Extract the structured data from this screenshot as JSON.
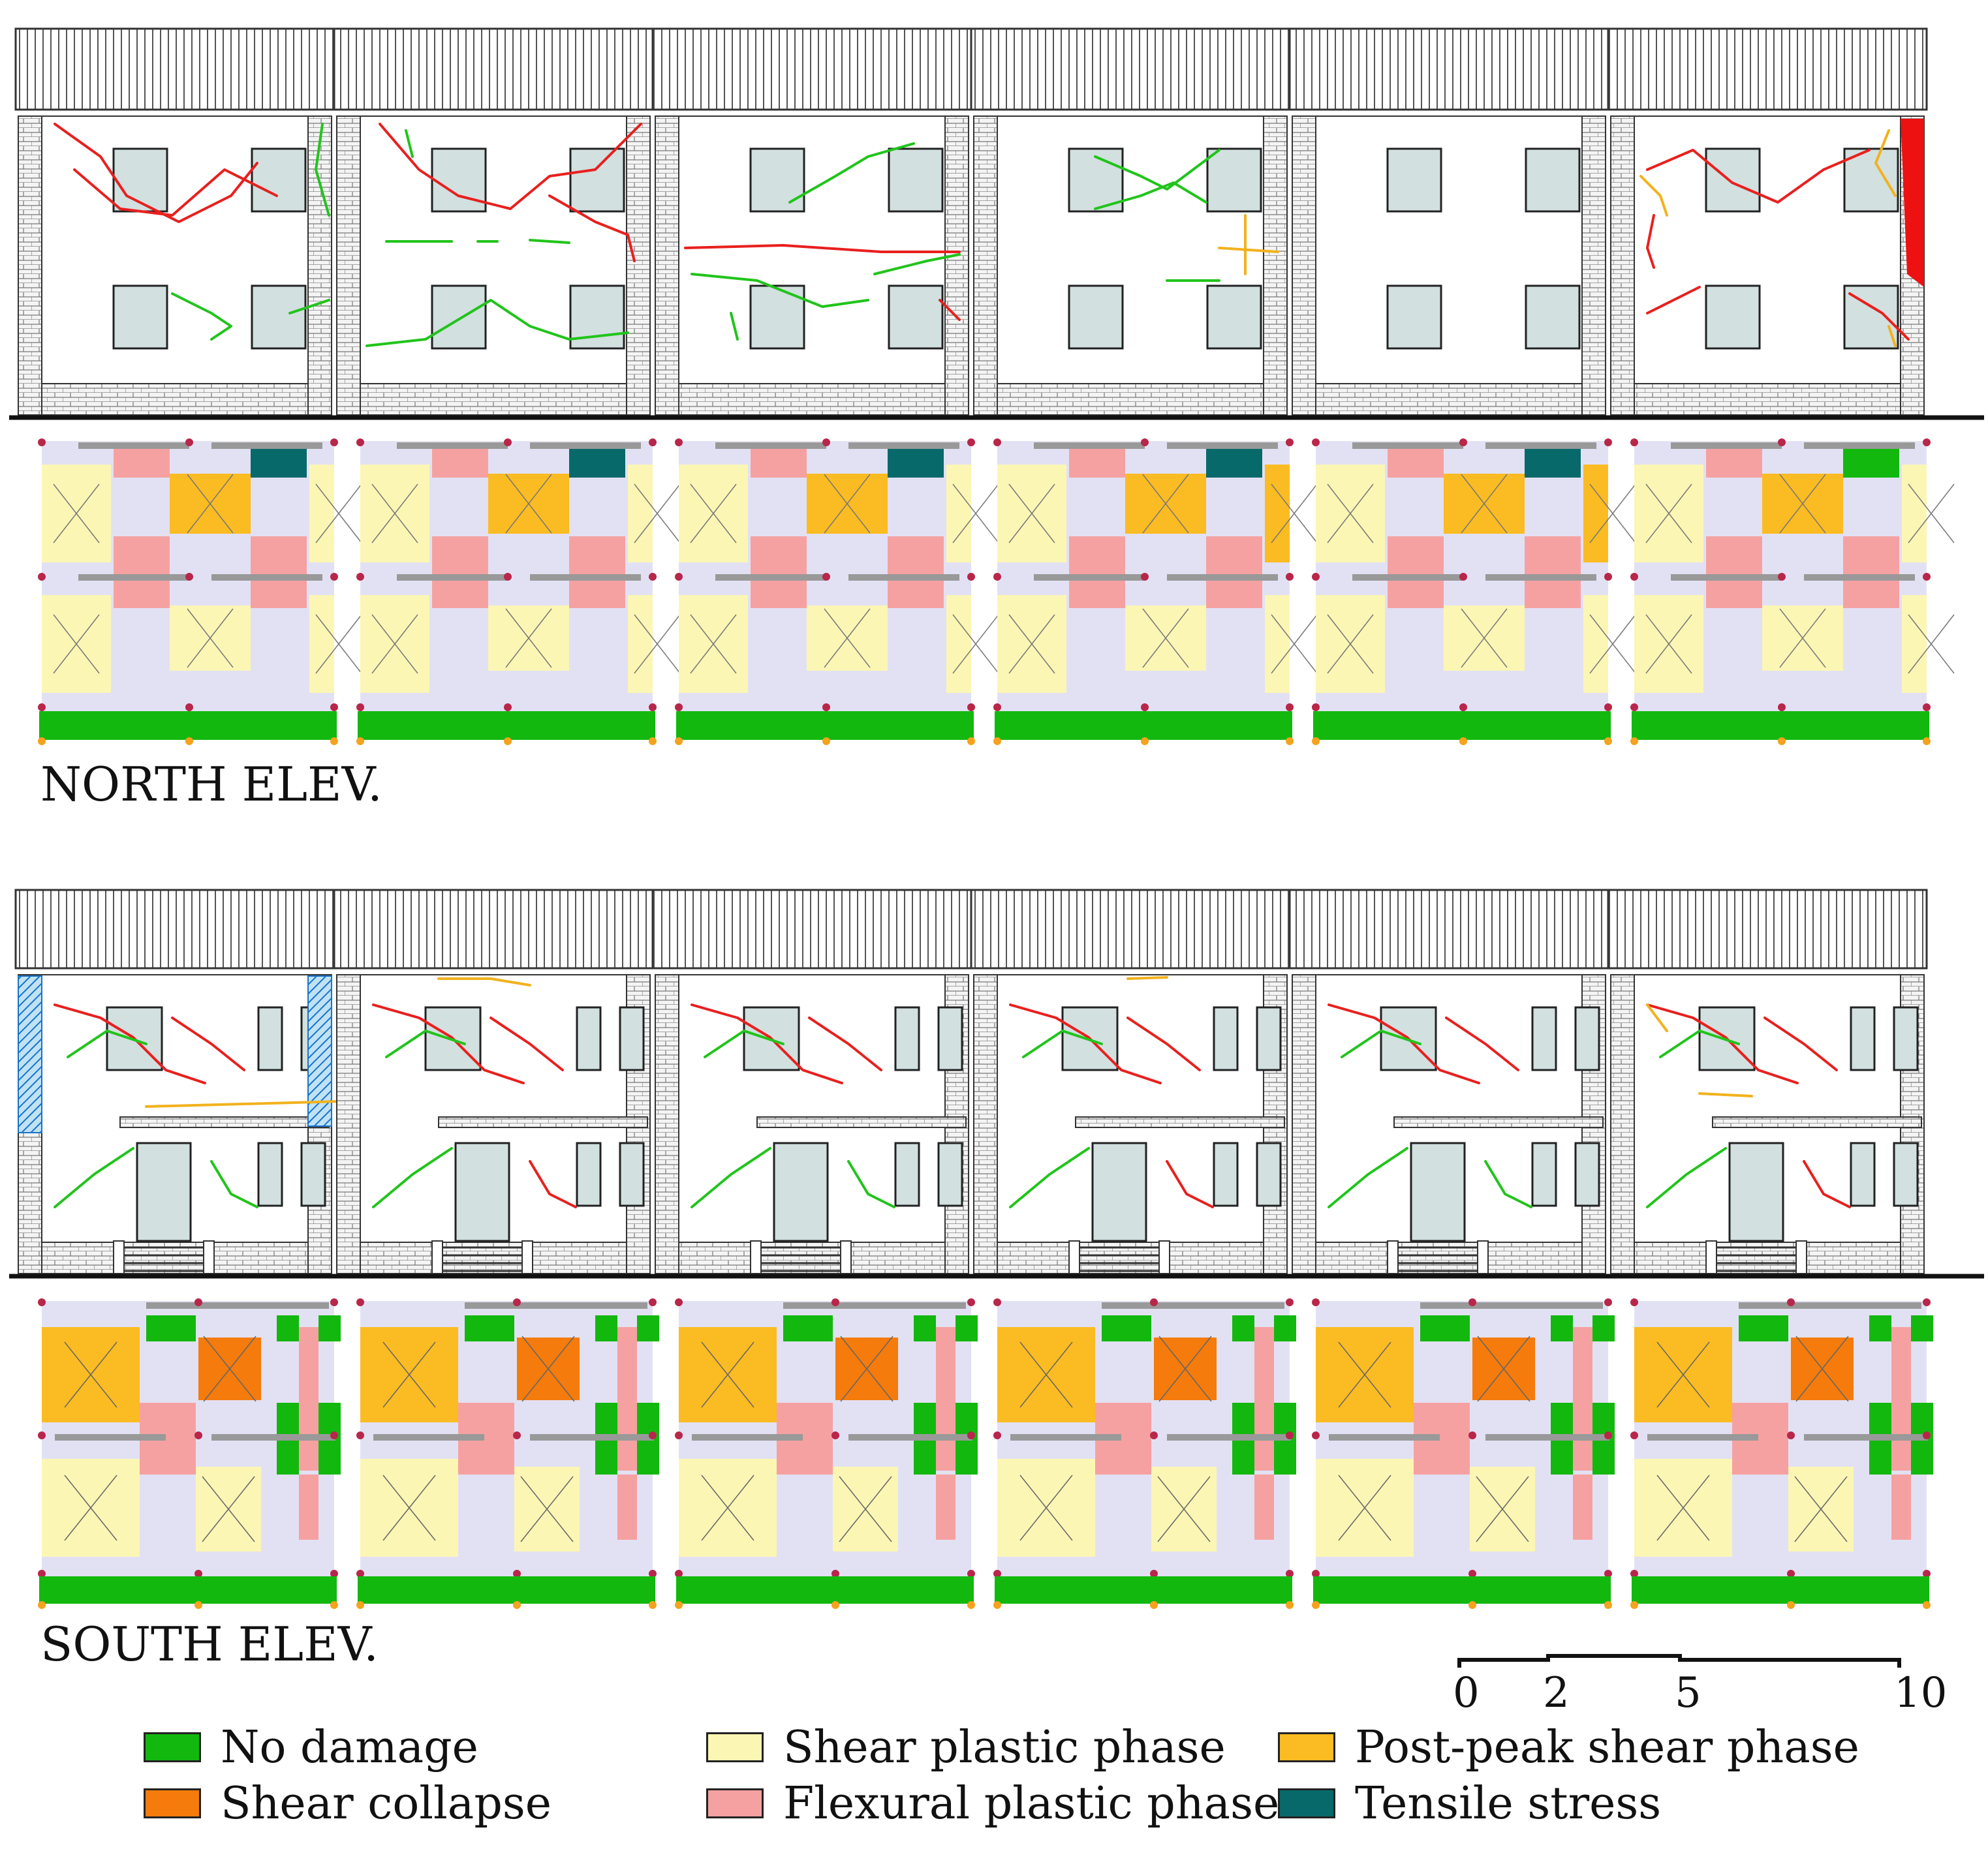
{
  "north": {
    "label": "NORTH ELEV.",
    "crack_colors": [
      "#e8201e",
      "#21c41b",
      "#f2b21e"
    ],
    "damaged_pier_color": "#ee1111",
    "model_patterns": [
      [
        [
          "pink",
          "teal"
        ],
        [
          "yellow",
          "orange",
          "yellow"
        ],
        [
          "pink",
          "pink"
        ],
        [
          "yellow",
          "yellow",
          "yellow"
        ]
      ],
      [
        [
          "pink",
          "teal"
        ],
        [
          "yellow",
          "orange",
          "yellow"
        ],
        [
          "pink",
          "pink"
        ],
        [
          "yellow",
          "yellow",
          "yellow"
        ]
      ],
      [
        [
          "pink",
          "teal"
        ],
        [
          "yellow",
          "orange",
          "yellow"
        ],
        [
          "pink",
          "pink"
        ],
        [
          "yellow",
          "yellow",
          "yellow"
        ]
      ],
      [
        [
          "pink",
          "teal"
        ],
        [
          "yellow",
          "orange",
          "postpeak"
        ],
        [
          "pink",
          "pink"
        ],
        [
          "yellow",
          "yellow",
          "yellow"
        ]
      ],
      [
        [
          "pink",
          "teal"
        ],
        [
          "yellow",
          "orange",
          "postpeak"
        ],
        [
          "pink",
          "pink"
        ],
        [
          "yellow",
          "yellow",
          "yellow"
        ]
      ],
      [
        [
          "pink",
          "green"
        ],
        [
          "yellow",
          "orange",
          "yellow"
        ],
        [
          "pink",
          "pink"
        ],
        [
          "yellow",
          "yellow",
          "yellow"
        ]
      ]
    ]
  },
  "south": {
    "label": "SOUTH ELEV."
  },
  "scale": {
    "ticks": [
      "0",
      "2",
      "5",
      "10"
    ]
  },
  "legend": {
    "items": [
      {
        "label": "No damage",
        "color": "#13b80f"
      },
      {
        "label": "Shear plastic phase",
        "color": "#fbf6b4"
      },
      {
        "label": "Post-peak shear phase",
        "color": "#fbbb22"
      },
      {
        "label": "Shear collapse",
        "color": "#f47b0c"
      },
      {
        "label": "Flexural plastic phase",
        "color": "#f6a1a1"
      },
      {
        "label": "Tensile stress",
        "color": "#08696b"
      }
    ]
  },
  "colors": {
    "no_damage": "#13b80f",
    "shear_plastic": "#fbf6b4",
    "post_peak": "#fbbb22",
    "shear_collapse": "#f47b0c",
    "flexural_plastic": "#f6a1a1",
    "tensile": "#08696b",
    "window_fill": "#d2e0e0",
    "lavender": "#e2e1f4"
  }
}
